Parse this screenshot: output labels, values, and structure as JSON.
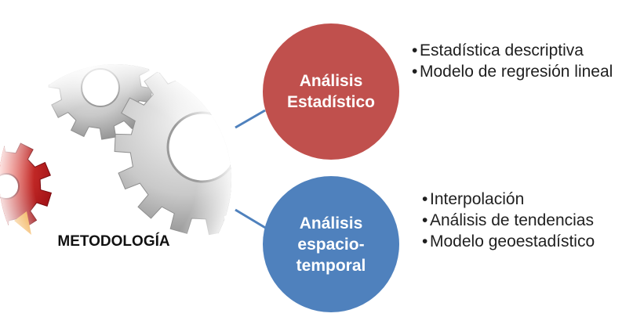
{
  "center": {
    "label": "METODOLOGÍA"
  },
  "branches": [
    {
      "title_lines": [
        "Análisis",
        "Estadístico"
      ],
      "color": "#c0504d",
      "items": [
        "Estadística descriptiva",
        "Modelo de regresión lineal"
      ]
    },
    {
      "title_lines": [
        "Análisis",
        "espacio-",
        "temporal"
      ],
      "color": "#4f81bd",
      "items": [
        "Interpolación",
        "Análisis de tendencias",
        "Modelo geoestadístico"
      ]
    }
  ],
  "colors": {
    "connector": "#4f81bd",
    "gear_gray": "#b9b9b9",
    "gear_red": "#c8161d",
    "text": "#1f1f1f"
  },
  "icons": [
    "gears-icon"
  ]
}
